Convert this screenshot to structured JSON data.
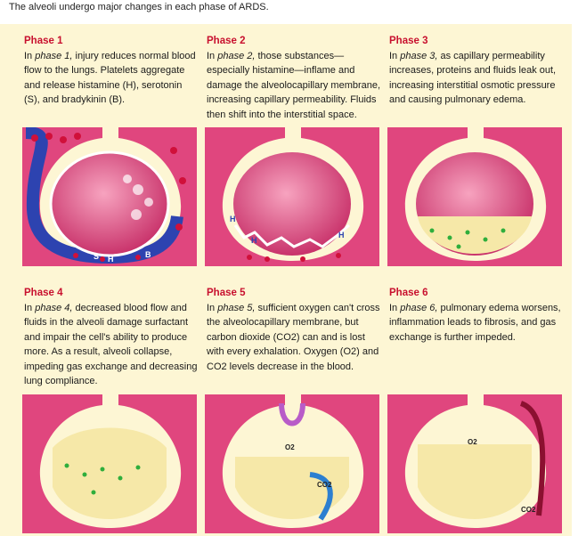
{
  "caption": "The alveoli undergo major changes in each phase of ARDS.",
  "phases": [
    {
      "title": "Phase 1",
      "lead": "In ",
      "em": "phase 1,",
      "text": " injury reduces normal blood flow to the lungs. Platelets aggregate and release histamine (H), serotonin (S), and bradykinin (B)."
    },
    {
      "title": "Phase 2",
      "lead": "In ",
      "em": "phase 2,",
      "text": " those substances—especially histamine—inflame and damage the alveolocapillary membrane, increasing capillary permeability. Fluids then shift into the interstitial space."
    },
    {
      "title": "Phase 3",
      "lead": "In ",
      "em": "phase 3,",
      "text": " as capillary permeability increases, proteins and fluids leak out, increasing interstitial osmotic pressure and causing pulmonary edema."
    },
    {
      "title": "Phase 4",
      "lead": "In ",
      "em": "phase 4,",
      "text": " decreased blood flow and fluids in the alveoli damage surfactant and impair the cell's ability to produce more. As a result, alveoli collapse, impeding gas exchange and decreasing lung compliance."
    },
    {
      "title": "Phase 5",
      "lead": "In ",
      "em": "phase 5,",
      "text": " sufficient oxygen can't cross the alveolocapillary membrane, but carbon dioxide (CO2) can and is lost with every exhalation. Oxygen (O2) and CO2 levels decrease in the blood."
    },
    {
      "title": "Phase 6",
      "lead": "In ",
      "em": "phase 6,",
      "text": " pulmonary edema worsens, inflammation leads to fibrosis, and gas exchange is further impeded."
    }
  ],
  "labels": {
    "h": "H",
    "s": "S",
    "b": "B",
    "o2": "O2",
    "co2": "CO2"
  },
  "colors": {
    "title_red": "#c8102e",
    "background": "#fdf6d4",
    "alveolus_pink": "#e8457e",
    "vessel_blue": "#2d43b0",
    "blood_red": "#d0103a",
    "fluid_yellow": "#f6e8a8",
    "arrow_purple": "#b85cc8",
    "arrow_blue": "#2c7fd0"
  }
}
